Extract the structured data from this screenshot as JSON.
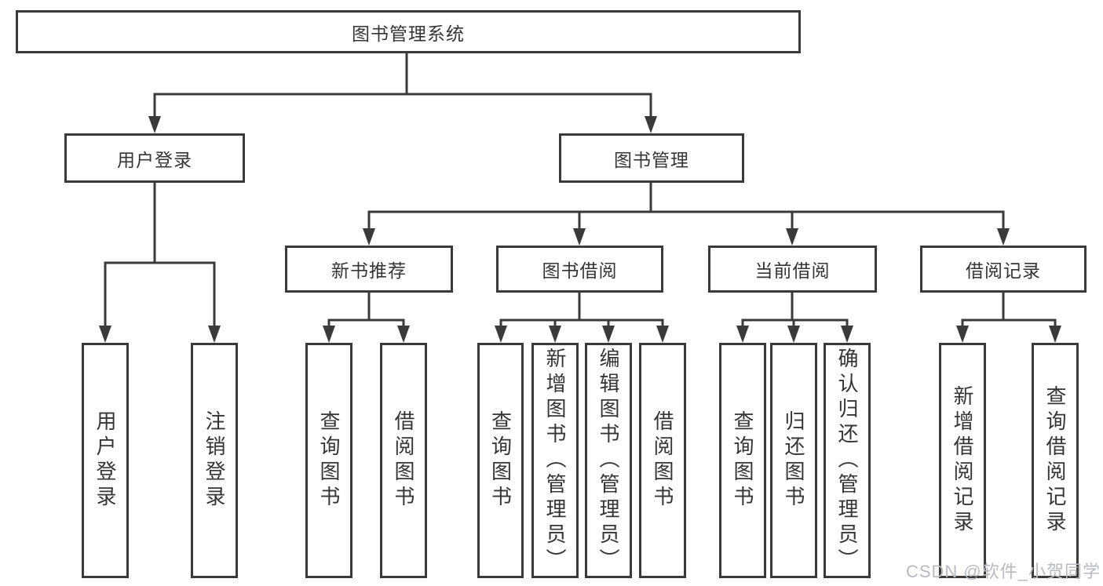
{
  "tree": {
    "label": "图书管理系统",
    "children": [
      {
        "label": "用户登录",
        "children": [
          {
            "label": "用户登录"
          },
          {
            "label": "注销登录"
          }
        ]
      },
      {
        "label": "图书管理",
        "children": [
          {
            "label": "新书推荐",
            "children": [
              {
                "label": "查询图书"
              },
              {
                "label": "借阅图书"
              }
            ]
          },
          {
            "label": "图书借阅",
            "children": [
              {
                "label": "查询图书"
              },
              {
                "label": "新增图书（管理员）"
              },
              {
                "label": "编辑图书（管理员）"
              },
              {
                "label": "借阅图书"
              }
            ]
          },
          {
            "label": "当前借阅",
            "children": [
              {
                "label": "查询图书"
              },
              {
                "label": "归还图书"
              },
              {
                "label": "确认归还（管理员）"
              }
            ]
          },
          {
            "label": "借阅记录",
            "children": [
              {
                "label": "新增借阅记录"
              },
              {
                "label": "查询借阅记录"
              }
            ]
          }
        ]
      }
    ]
  },
  "watermark": "CSDN @软件_小贺同学",
  "colors": {
    "line": "#3a3a3a",
    "text": "#353535",
    "watermark": "#b7bbc0",
    "background": "#ffffff"
  }
}
